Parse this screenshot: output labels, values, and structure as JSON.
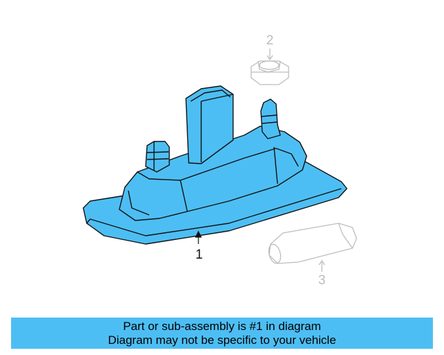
{
  "callouts": {
    "part1": "1",
    "part2": "2",
    "part3": "3"
  },
  "banner": {
    "line1": "Part or sub-assembly is #1 in diagram",
    "line2": "Diagram may not be specific to your vehicle"
  },
  "colors": {
    "highlight": "#4dbef3",
    "outline": "#111111",
    "ghost": "#bdbdbd"
  }
}
